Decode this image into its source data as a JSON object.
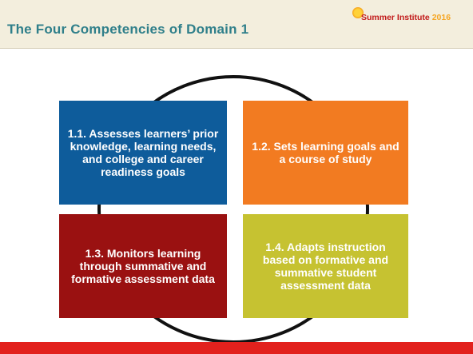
{
  "header": {
    "title": "The Four Competencies of Domain 1",
    "logo_text": "Summer Institute",
    "logo_year": "2016"
  },
  "colors": {
    "title": "#2f7f8a",
    "box_1": "#0e5c9b",
    "box_2": "#f27b21",
    "box_3": "#9a1111",
    "box_4": "#c6c231",
    "footer_bar": "#e2211d"
  },
  "competencies": [
    {
      "label": "1.1. Assesses learners’ prior knowledge, learning needs, and college and career readiness goals"
    },
    {
      "label": "1.2. Sets learning goals and a course of study"
    },
    {
      "label": "1.3. Monitors learning through summative and formative assessment data"
    },
    {
      "label": "1.4. Adapts instruction based on formative and summative student assessment data"
    }
  ]
}
